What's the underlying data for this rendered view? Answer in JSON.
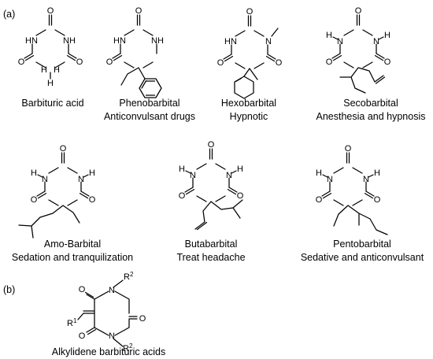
{
  "panels": {
    "a": "(a)",
    "b": "(b)"
  },
  "atoms": {
    "O": "O",
    "N": "N",
    "H": "H",
    "NH": "NH",
    "HN": "HN",
    "R": "R",
    "one": "1",
    "two": "2"
  },
  "compounds": [
    {
      "name": "Barbituric acid",
      "use": ""
    },
    {
      "name": "Phenobarbital",
      "use": "Anticonvulsant drugs"
    },
    {
      "name": "Hexobarbital",
      "use": "Hypnotic"
    },
    {
      "name": "Secobarbital",
      "use": "Anesthesia and hypnosis"
    },
    {
      "name": "Amo-Barbital",
      "use": "Sedation and tranquilization"
    },
    {
      "name": "Butabarbital",
      "use": "Treat headache"
    },
    {
      "name": "Pentobarbital",
      "use": "Sedative and anticonvulsant"
    },
    {
      "name": "Alkylidene barbituric acids",
      "use": ""
    }
  ]
}
